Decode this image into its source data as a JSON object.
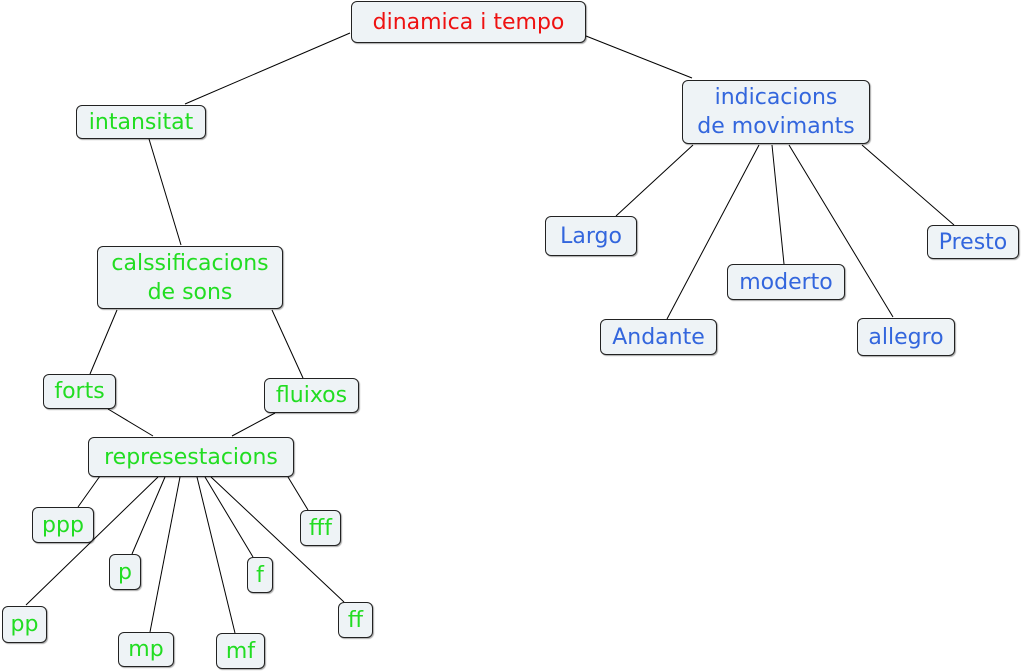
{
  "colors": {
    "root_text": "#ee1111",
    "dynamics_text": "#22dd22",
    "tempo_text": "#3366dd",
    "node_fill": "#eef3f6",
    "node_border": "#222222",
    "edge": "#000000"
  },
  "nodes": {
    "root": "dinamica i tempo",
    "intensitat": "intansitat",
    "classificacions": "calssificacions\nde sons",
    "forts": "forts",
    "fluixos": "fluixos",
    "representacions": "represestacions",
    "ppp": "ppp",
    "pp": "pp",
    "p": "p",
    "mp": "mp",
    "mf": "mf",
    "f": "f",
    "ff": "ff",
    "fff": "fff",
    "indicacions": "indicacions\nde movimants",
    "largo": "Largo",
    "andante": "Andante",
    "moderto": "moderto",
    "allegro": "allegro",
    "presto": "Presto"
  }
}
